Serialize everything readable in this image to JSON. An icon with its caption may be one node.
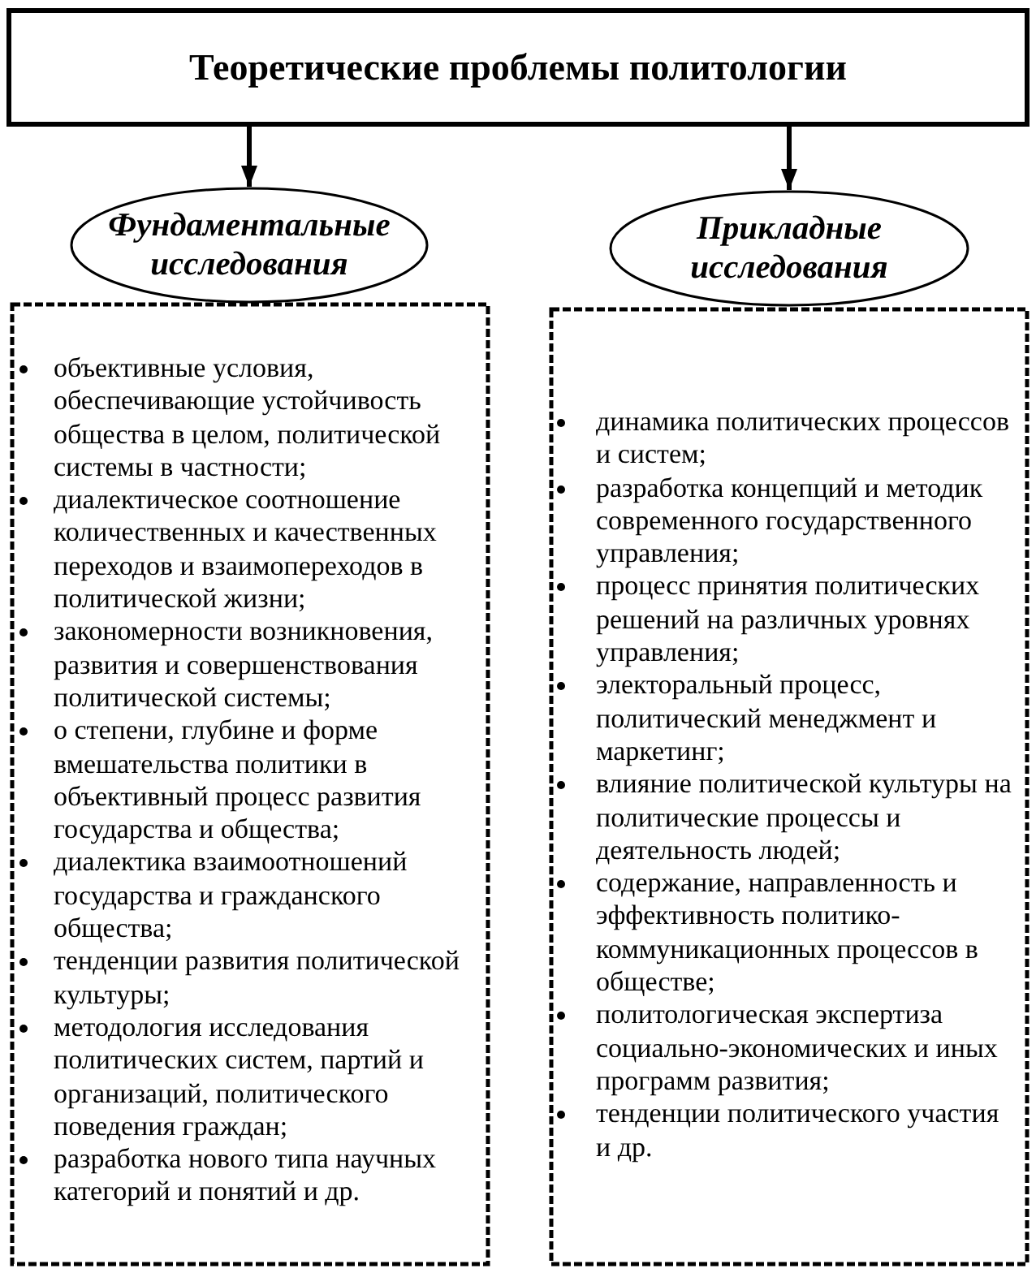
{
  "diagram": {
    "nodes": [
      {
        "text": [
          "Теоретические проблемы политологии"
        ]
      },
      {
        "text": [
          "Фундаментальные исследования"
        ]
      },
      {
        "text": [
          "Прикладные исследования"
        ]
      },
      {
        "text": [
          "объективные условия, обеспечивающие устойчивость общества в целом, политической системы в частности;",
          "диалектическое соотношение количественных и качественных переходов и взаимопереходов в политической жизни;",
          "закономерности возникновения, развития и совершенствования политической системы;",
          "о степени, глубине и форме вмешательства политики в объективный процесс развития государства и общества;",
          "диалектика взаимоотношений государства и гражданского общества;",
          "тенденции развития политической культуры;",
          "методология исследования политических систем, партий и организаций, политического поведения граждан;",
          "разработка нового типа научных категорий и понятий и др."
        ]
      },
      {
        "text": [
          "динамика политических процессов и систем;",
          "разработка концепций и методик современного государственного управления;",
          "процесс принятия политических решений на различных уровнях управления;",
          "электоральный процесс, политический менеджмент и маркетинг;",
          "влияние политической культуры на политические процессы и деятельность людей;",
          "содержание, направленность и эффективность политико-коммуникационных процессов в обществе;",
          "политологическая экспертиза социально-экономических и иных программ развития;",
          "тенденции политического участия и др."
        ]
      }
    ],
    "edges": [
      {
        "from": 0,
        "to": 1,
        "arrow": "to"
      },
      {
        "from": 0,
        "to": 2,
        "arrow": "to"
      }
    ]
  }
}
